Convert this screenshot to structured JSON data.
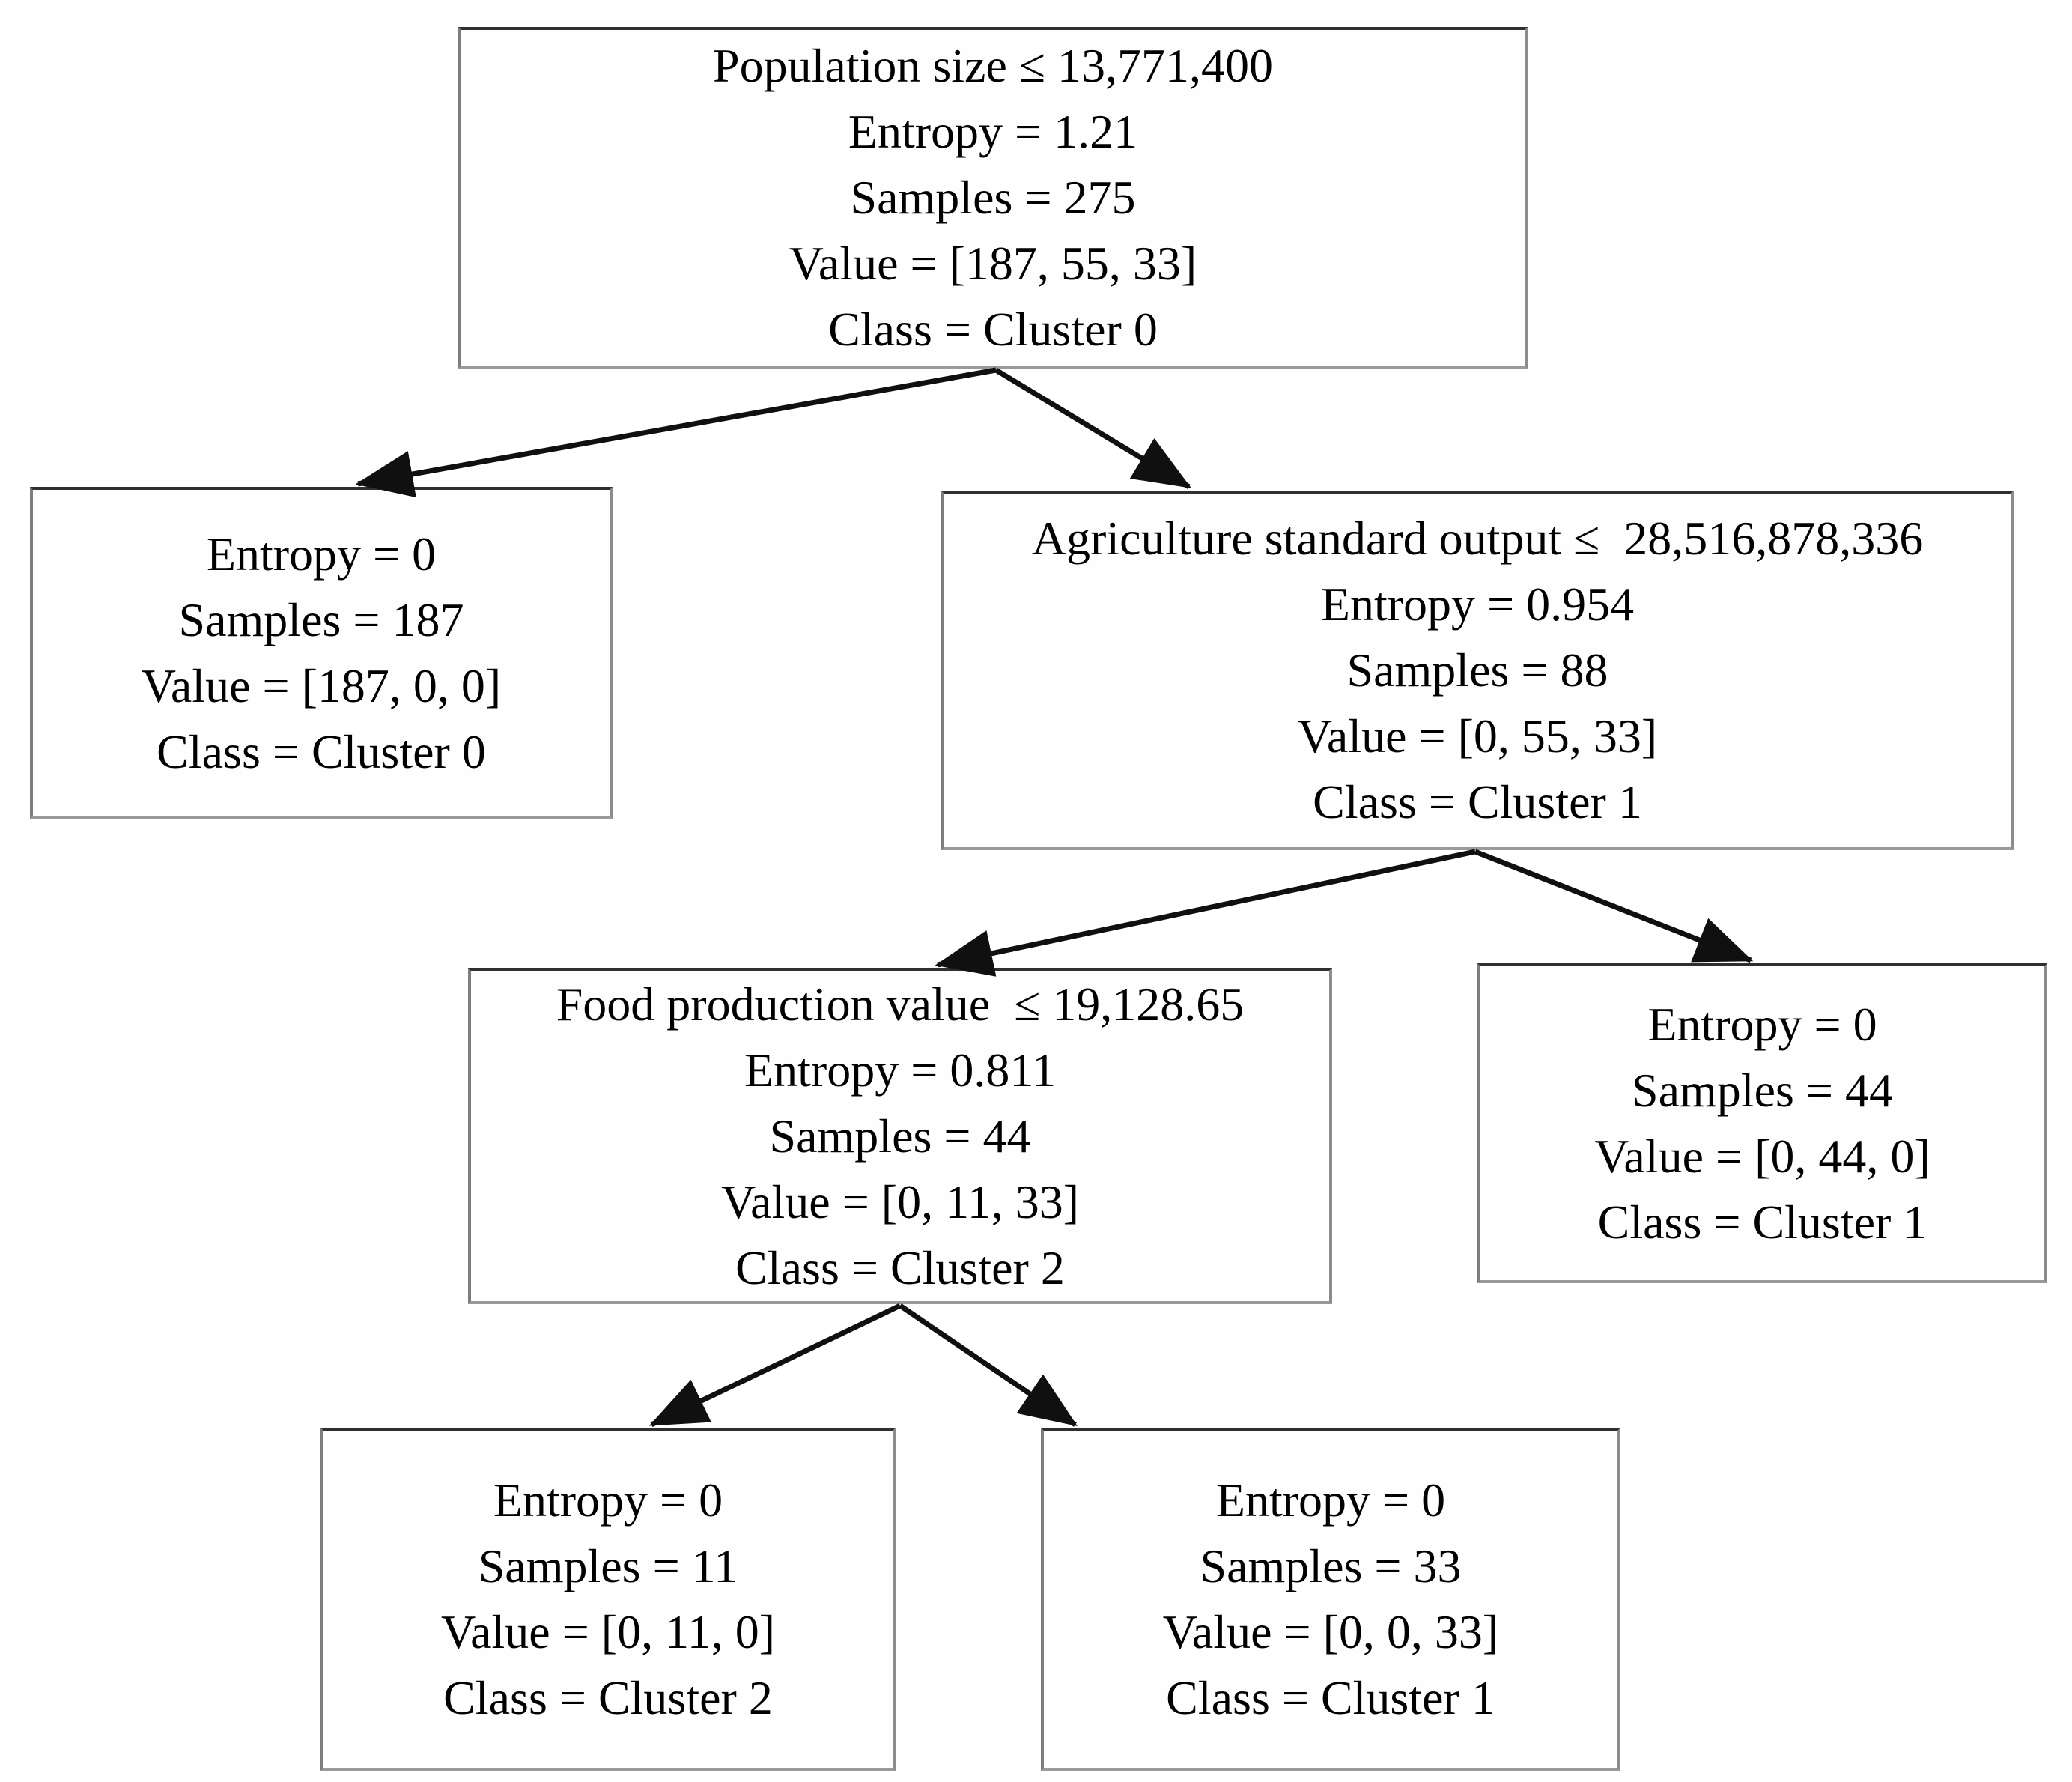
{
  "nodes": {
    "root": {
      "lines": [
        "Population size ≤ 13,771,400",
        "Entropy = 1.21",
        "Samples = 275",
        "Value = [187, 55, 33]",
        "Class = Cluster 0"
      ]
    },
    "left_leaf": {
      "lines": [
        "Entropy = 0",
        "Samples = 187",
        "Value = [187, 0, 0]",
        "Class = Cluster 0"
      ]
    },
    "agriculture": {
      "lines": [
        "Agriculture standard output ≤  28,516,878,336",
        "Entropy = 0.954",
        "Samples = 88",
        "Value = [0, 55, 33]",
        "Class = Cluster 1"
      ]
    },
    "food": {
      "lines": [
        "Food production value  ≤ 19,128.65",
        "Entropy = 0.811",
        "Samples = 44",
        "Value = [0, 11, 33]",
        "Class = Cluster 2"
      ]
    },
    "samples44_leaf": {
      "lines": [
        "Entropy = 0",
        "Samples = 44",
        "Value = [0, 44, 0]",
        "Class = Cluster 1"
      ]
    },
    "samples11_leaf": {
      "lines": [
        "Entropy = 0",
        "Samples = 11",
        "Value = [0, 11, 0]",
        "Class = Cluster 2"
      ]
    },
    "samples33_leaf": {
      "lines": [
        "Entropy = 0",
        "Samples = 33",
        "Value = [0, 0, 33]",
        "Class = Cluster 1"
      ]
    }
  },
  "edges": [
    {
      "from": "root",
      "to": "left_leaf"
    },
    {
      "from": "root",
      "to": "agriculture"
    },
    {
      "from": "agriculture",
      "to": "food"
    },
    {
      "from": "agriculture",
      "to": "samples44_leaf"
    },
    {
      "from": "food",
      "to": "samples11_leaf"
    },
    {
      "from": "food",
      "to": "samples33_leaf"
    }
  ],
  "colors": {
    "edge": "#101010",
    "node_border": "#2f2f2f",
    "text": "#000000",
    "background": "#ffffff"
  }
}
